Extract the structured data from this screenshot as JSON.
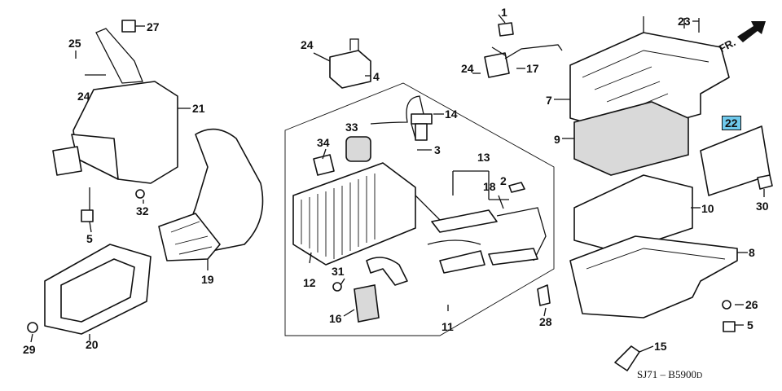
{
  "direction_label": "FR.",
  "diagram_code": "SJ71 – B5900",
  "diagram_code_suffix": "D",
  "highlighted_callout": "22",
  "callouts": {
    "c1": "1",
    "c2": "2",
    "c3": "3",
    "c4": "4",
    "c5a": "5",
    "c5b": "5",
    "c7": "7",
    "c8": "8",
    "c9": "9",
    "c10": "10",
    "c11": "11",
    "c12": "12",
    "c13": "13",
    "c14": "14",
    "c15": "15",
    "c16": "16",
    "c17": "17",
    "c18": "18",
    "c19": "19",
    "c20": "20",
    "c21": "21",
    "c22": "22",
    "c23": "23",
    "c24a": "24",
    "c24b": "24",
    "c24c": "24",
    "c25": "25",
    "c26": "26",
    "c27": "27",
    "c28": "28",
    "c29": "29",
    "c30": "30",
    "c31": "31",
    "c32": "32",
    "c33": "33",
    "c34": "34"
  }
}
